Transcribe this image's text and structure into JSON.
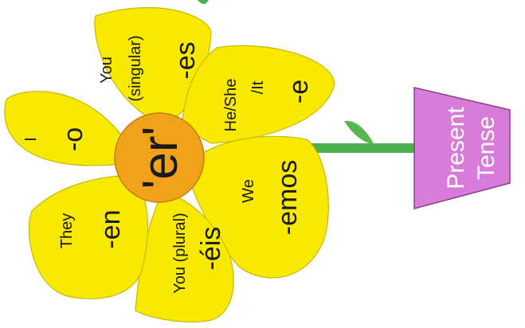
{
  "center": {
    "label": "'er'",
    "color": "#f0a21a"
  },
  "pot": {
    "line1": "Present",
    "line2": "Tense",
    "color": "#d97bd8"
  },
  "stem_color": "#4caf50",
  "petal_color": "#f7ea00",
  "petals": [
    {
      "pronoun": "I",
      "ending": "-o"
    },
    {
      "pronoun": "You (singular)",
      "pronoun_line1": "You",
      "pronoun_line2": "(singular)",
      "ending": "-es"
    },
    {
      "pronoun": "He/She /It",
      "pronoun_line1": "He/She",
      "pronoun_line2": "/It",
      "ending": "-e"
    },
    {
      "pronoun": "We",
      "ending": "-emos"
    },
    {
      "pronoun": "You (plural)",
      "ending": "-éis"
    },
    {
      "pronoun": "They",
      "ending": "-en"
    }
  ]
}
